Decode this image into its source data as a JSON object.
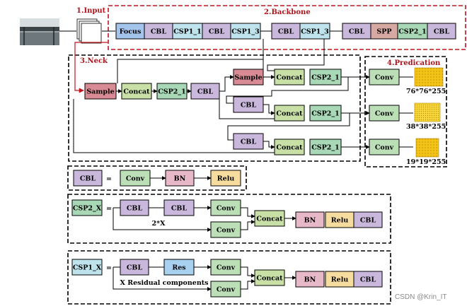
{
  "sections": {
    "input": "1.Input",
    "backbone": "2.Backbone",
    "neck": "3.Neck",
    "prediction": "4.Predication"
  },
  "backbone_blocks": [
    "Focus",
    "CBL",
    "CSP1_1",
    "CBL",
    "CSP1_3",
    "CBL",
    "CSP1_3",
    "CBL",
    "SPP",
    "CSP2_1",
    "CBL"
  ],
  "neck": {
    "row1": [
      "Sample",
      "Concat",
      "CSP2_1",
      "CBL",
      "Sample",
      "Concat",
      "CSP2_1"
    ],
    "row2": [
      "CBL",
      "Concat",
      "CSP2_1"
    ],
    "row3": [
      "CBL",
      "Concat",
      "CSP2_1"
    ]
  },
  "prediction": {
    "conv_label": "Conv",
    "outputs": [
      "76*76*255",
      "38*38*255",
      "19*19*255"
    ]
  },
  "legend": {
    "equals": "=",
    "cbl": {
      "name": "CBL",
      "parts": [
        "Conv",
        "BN",
        "Relu"
      ]
    },
    "csp2": {
      "name": "CSP2_X",
      "top": [
        "CBL",
        "CBL",
        "Conv"
      ],
      "bottom": "Conv",
      "repeat_label": "2*X",
      "tail": [
        "Concat",
        "BN",
        "Relu",
        "CBL"
      ]
    },
    "csp1": {
      "name": "CSP1_X",
      "top": [
        "CBL",
        "Res",
        "Conv"
      ],
      "bottom": "Conv",
      "repeat_label": "X Residual components",
      "tail": [
        "Concat",
        "BN",
        "Relu",
        "CBL"
      ]
    }
  },
  "colors": {
    "focus": "#a4c4ec",
    "cbl": "#c9b8dc",
    "csp1": "#bfe3ec",
    "spp": "#d7a9a3",
    "csp2": "#a9d8b7",
    "sample": "#d98b95",
    "concat": "#c8e0a6",
    "conv": "#bcdfb8",
    "bn": "#e6b8c8",
    "relu": "#f6dc9e",
    "res": "#a8d1f0",
    "section_red": "#b0141c"
  },
  "watermark": "CSDN @Krin_IT"
}
